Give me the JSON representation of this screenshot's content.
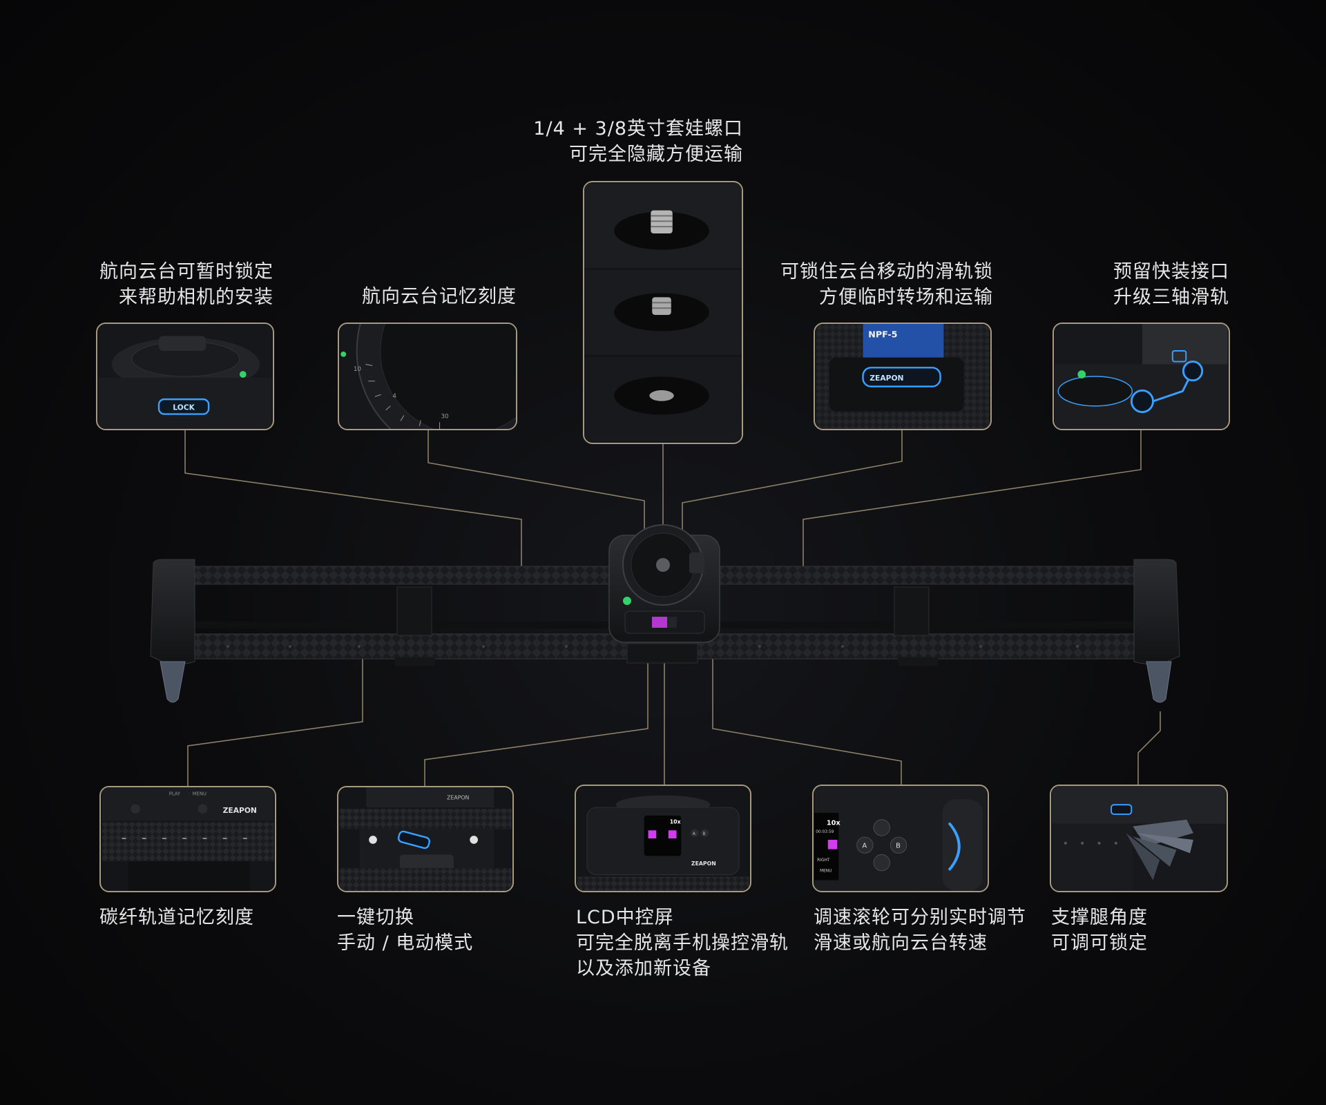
{
  "callouts": {
    "pan_lock": {
      "line1": "航向云台可暂时锁定",
      "line2": "来帮助相机的安装",
      "badge": "LOCK"
    },
    "pan_scale": {
      "line1": "航向云台记忆刻度",
      "tick_a": "10",
      "tick_b": "4",
      "tick_c": "30"
    },
    "screw": {
      "line1": "1/4 + 3/8英寸套娃螺口",
      "line2": "可完全隐藏方便运输"
    },
    "rail_lock": {
      "line1": "可锁住云台移动的滑轨锁",
      "line2": "方便临时转场和运输",
      "brand": "ZEAPON",
      "battery": "NPF-5"
    },
    "quick_mount": {
      "line1": "预留快装接口",
      "line2": "升级三轴滑轨"
    },
    "carbon_scale": {
      "line1": "碳纤轨道记忆刻度",
      "brand": "ZEAPON",
      "btn_play": "PLAY",
      "btn_menu": "MENU"
    },
    "mode_switch": {
      "line1": "一键切换",
      "line2": "手动 / 电动模式",
      "brand": "ZEAPON"
    },
    "lcd": {
      "line1": "LCD中控屏",
      "line2": "可完全脱离手机操控滑轨",
      "line3": "以及添加新设备",
      "brand": "ZEAPON",
      "screen_speed": "10x",
      "btn_a": "A",
      "btn_b": "B"
    },
    "speed_wheel": {
      "line1": "调速滚轮可分别实时调节",
      "line2": "滑速或航向云台转速",
      "screen_speed": "10x",
      "screen_time": "00:03:59",
      "btn_a": "A",
      "btn_b": "B",
      "menu": "MENU",
      "right": "RIGHT"
    },
    "leg_angle": {
      "line1": "支撑腿角度",
      "line2": "可调可锁定"
    }
  },
  "product": {
    "brand": "ZEAPON"
  },
  "colors": {
    "frame": "#a79a7f",
    "accent_glow": "#3aa0ff",
    "screen_magenta": "#d23cf0",
    "led_green": "#31d46a"
  }
}
